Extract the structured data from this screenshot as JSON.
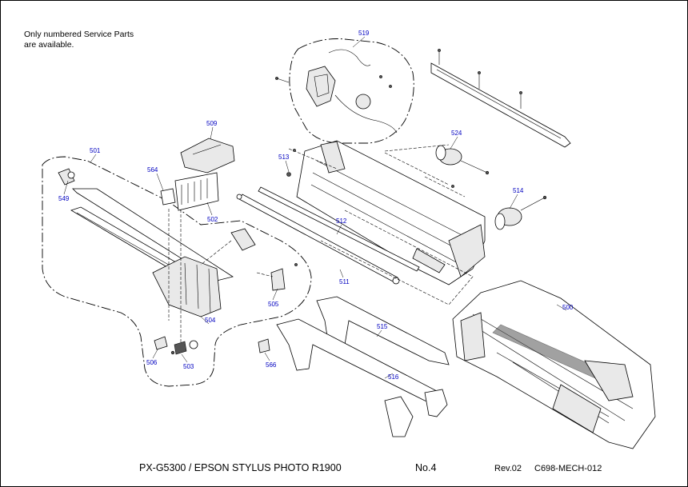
{
  "note": {
    "line1": "Only numbered Service Parts",
    "line2": "are available."
  },
  "footer": {
    "model": "PX-G5300 / EPSON STYLUS PHOTO R1900",
    "sheet": "No.4",
    "revision": "Rev.02",
    "drawing_code": "C698-MECH-012"
  },
  "parts": [
    {
      "key": "p519",
      "label": "519"
    },
    {
      "key": "p509",
      "label": "509"
    },
    {
      "key": "p501",
      "label": "501"
    },
    {
      "key": "p564",
      "label": "564"
    },
    {
      "key": "p513",
      "label": "513"
    },
    {
      "key": "p524",
      "label": "524"
    },
    {
      "key": "p549",
      "label": "549"
    },
    {
      "key": "p502",
      "label": "502"
    },
    {
      "key": "p514",
      "label": "514"
    },
    {
      "key": "p512",
      "label": "512"
    },
    {
      "key": "p511",
      "label": "511"
    },
    {
      "key": "p505",
      "label": "505"
    },
    {
      "key": "p500",
      "label": "500"
    },
    {
      "key": "p504",
      "label": "504"
    },
    {
      "key": "p515",
      "label": "515"
    },
    {
      "key": "p506",
      "label": "506"
    },
    {
      "key": "p503",
      "label": "503"
    },
    {
      "key": "p566",
      "label": "566"
    },
    {
      "key": "p516",
      "label": "516"
    }
  ]
}
